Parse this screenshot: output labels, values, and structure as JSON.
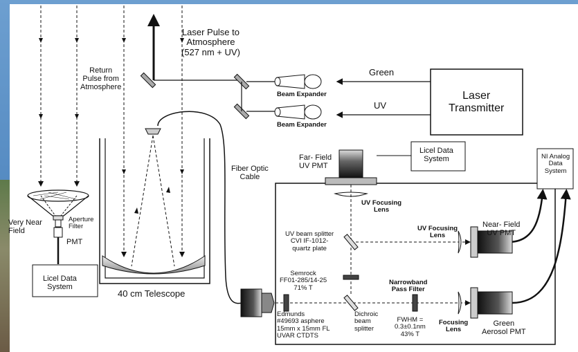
{
  "labels": {
    "laser_pulse": [
      "Laser Pulse to",
      "Atmosphere",
      "(527 nm + UV)"
    ],
    "return_pulse": [
      "Return",
      "Pulse from",
      "Atmosphere"
    ],
    "green": "Green",
    "uv": "UV",
    "beam_expander_1": "Beam Expander",
    "beam_expander_2": "Beam Expander",
    "laser_transmitter": [
      "Laser",
      "Transmitter"
    ],
    "very_near_field": [
      "Very Near",
      "Field"
    ],
    "aperture_filter": [
      "Aperture",
      "Filter"
    ],
    "pmt": "PMT",
    "licel_left": [
      "Licel Data",
      "System"
    ],
    "telescope": "40 cm Telescope",
    "fiber_optic_cable": [
      "Fiber Optic",
      "Cable"
    ],
    "far_field_pmt": [
      "Far- Field",
      "UV PMT"
    ],
    "licel_top": [
      "Licel Data",
      "System"
    ],
    "ni_analog": [
      "NI Analog",
      "Data",
      "System"
    ],
    "uv_focusing_lens_top": [
      "UV Focusing",
      "Lens"
    ],
    "uv_beam_splitter": [
      "UV beam splitter",
      "CVI IF-1012-",
      "quartz plate"
    ],
    "uv_focusing_lens_right": [
      "UV Focusing",
      "Lens"
    ],
    "near_field_pmt": [
      "Near- Field",
      "UV PMT"
    ],
    "semrock": [
      "Semrock",
      "FF01-285/14-25",
      "71% T"
    ],
    "narrowband": [
      "Narrowband",
      "Pass Filter"
    ],
    "edmunds": [
      "Edmunds",
      "#49693 asphere",
      "15mm x 15mm FL",
      "UVAR CTDTS"
    ],
    "dichroic": [
      "Dichroic",
      "beam",
      "splitter"
    ],
    "fwhm": [
      "FWHM =",
      "0.3±0.1nm",
      "43% T"
    ],
    "focusing_lens": [
      "Focusing",
      "Lens"
    ],
    "green_aerosol_pmt": [
      "Green",
      "Aerosol PMT"
    ]
  }
}
